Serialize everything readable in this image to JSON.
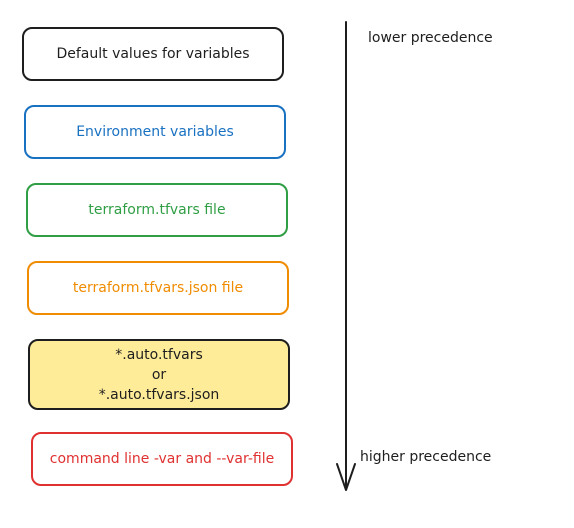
{
  "boxes": [
    {
      "label": "Default values for variables",
      "color": "#1e1e1e"
    },
    {
      "label": "Environment variables",
      "color": "#1971c2"
    },
    {
      "label": "terraform.tfvars file",
      "color": "#2f9e44"
    },
    {
      "label": "terraform.tfvars.json file",
      "color": "#f08c00"
    },
    {
      "lines": [
        "*.auto.tfvars",
        "or",
        "*.auto.tfvars.json"
      ],
      "color": "#1e1e1e",
      "fill": "#ffec99"
    },
    {
      "label": "command line -var and --var-file",
      "color": "#e03131"
    }
  ],
  "arrow": {
    "top_label": "lower precedence",
    "bottom_label": "higher precedence",
    "direction": "down"
  }
}
